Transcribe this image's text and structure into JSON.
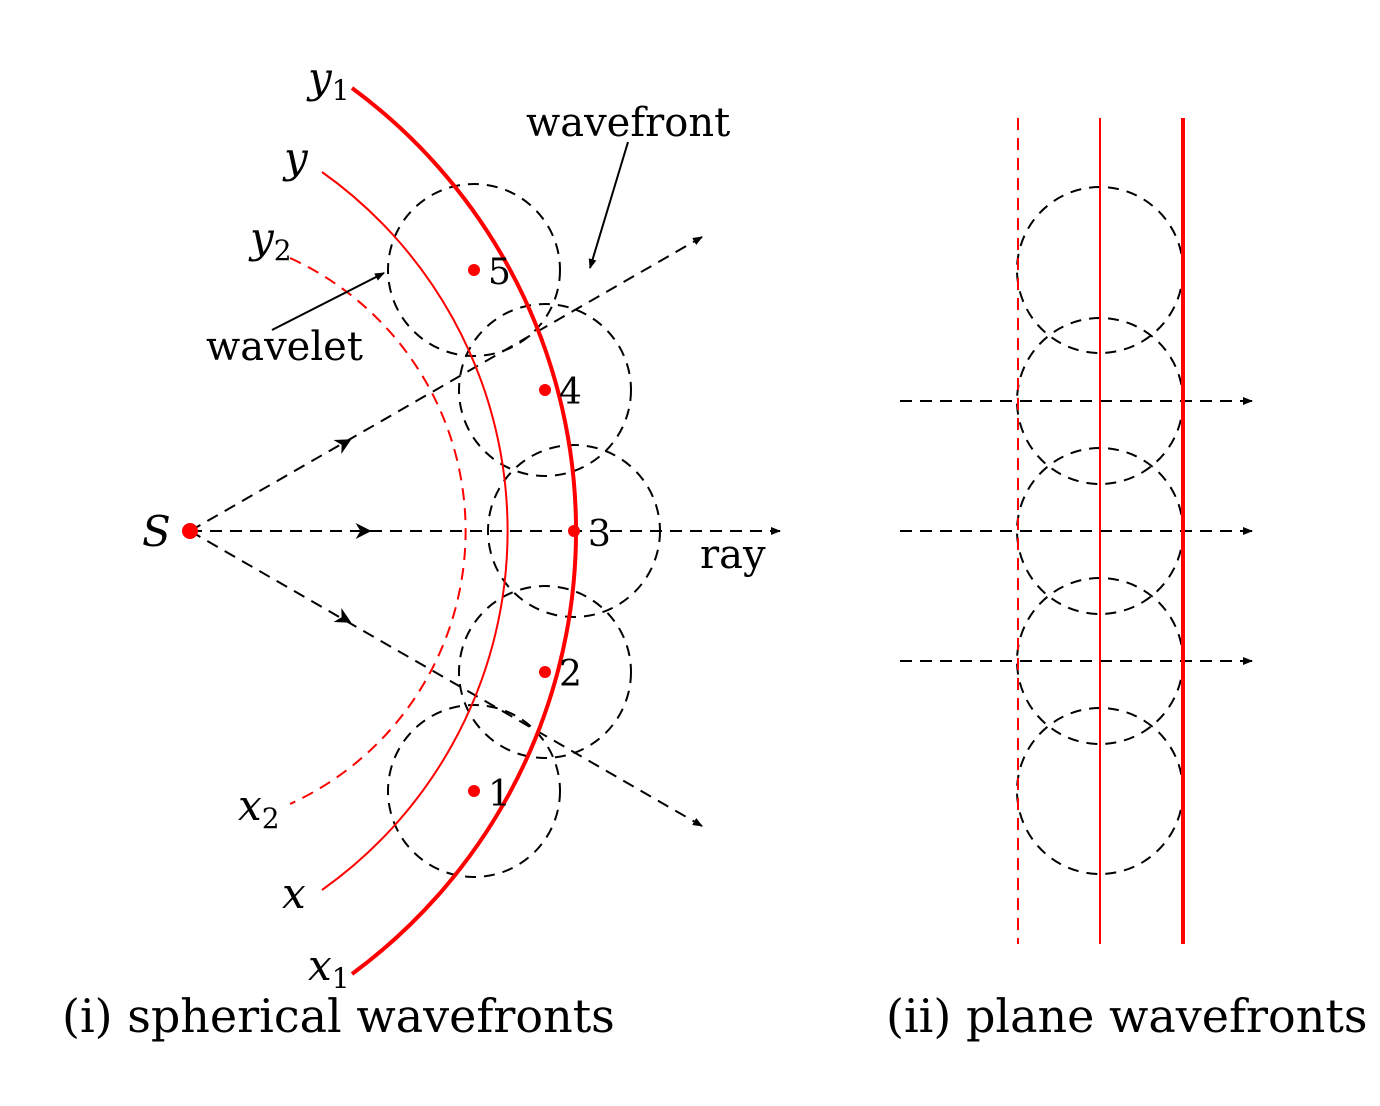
{
  "spherical": {
    "caption": "(i) spherical wavefronts",
    "source_label": "S",
    "curve_labels": {
      "y1": {
        "main": "y",
        "sub": "1"
      },
      "y": {
        "main": "y",
        "sub": ""
      },
      "y2": {
        "main": "y",
        "sub": "2"
      },
      "x2": {
        "main": "x",
        "sub": "2"
      },
      "x": {
        "main": "x",
        "sub": ""
      },
      "x1": {
        "main": "x",
        "sub": "1"
      }
    },
    "wavefront_label": "wavefront",
    "wavelet_label": "wavelet",
    "ray_label": "ray",
    "point_labels": [
      "1",
      "2",
      "3",
      "4",
      "5"
    ]
  },
  "plane": {
    "caption": "(ii) plane wavefronts"
  },
  "colors": {
    "wavefront": "#ff0000",
    "construction": "#000000"
  }
}
